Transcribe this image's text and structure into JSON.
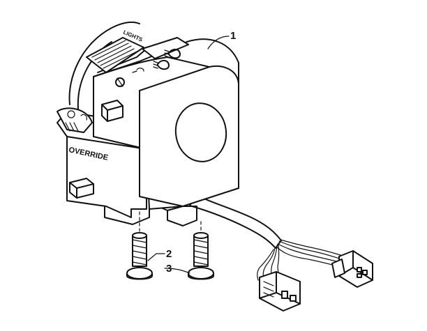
{
  "callouts": [
    {
      "number": "1"
    },
    {
      "number": "2"
    },
    {
      "number": "3"
    }
  ],
  "housing_text": {
    "override": "OVERRIDE",
    "lights": "LIGHTS"
  }
}
